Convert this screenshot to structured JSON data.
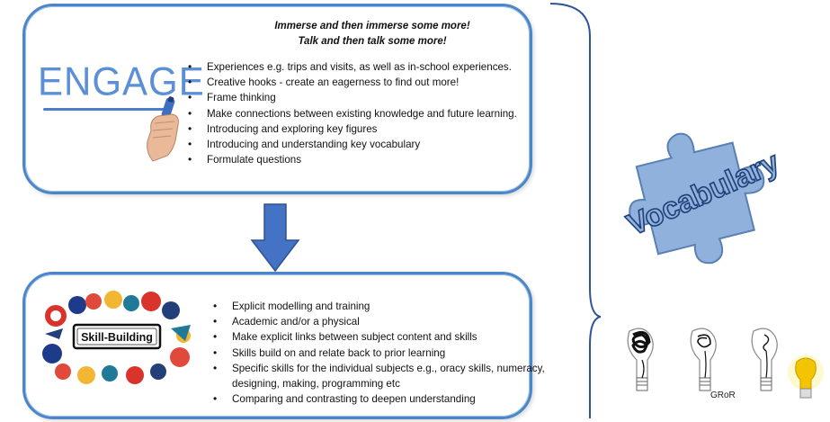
{
  "engage": {
    "heading_word": "ENGAGE",
    "tagline_line1": "Immerse and then immerse some more!",
    "tagline_line2": "Talk and then talk some more!",
    "bullets": [
      "Experiences e.g. trips and visits, as well as in-school experiences.",
      "Creative hooks - create an eagerness to find out more!",
      "Frame thinking",
      "Make connections between existing knowledge and future learning.",
      "Introducing and exploring key figures",
      "Introducing and understanding key vocabulary",
      "Formulate questions"
    ]
  },
  "skill_building": {
    "badge_text": "Skill-Building",
    "bullets": [
      "Explicit modelling and training",
      "Academic and/or a physical",
      "Make explicit links between subject content and skills",
      "Skills build on and relate back to prior learning",
      "Specific skills for the individual subjects e.g., oracy skills, numeracy, designing, making, programming etc",
      "Comparing and contrasting to deepen understanding"
    ]
  },
  "vocabulary_label": "Vocabulary",
  "bulbs_label": "GRoR",
  "colors": {
    "panel_border": "#4a86c8",
    "arrow": "#4472c4",
    "puzzle": "#8fb1dc",
    "engage_text": "#5b8fd6",
    "bulb_lit": "#f5c400"
  }
}
